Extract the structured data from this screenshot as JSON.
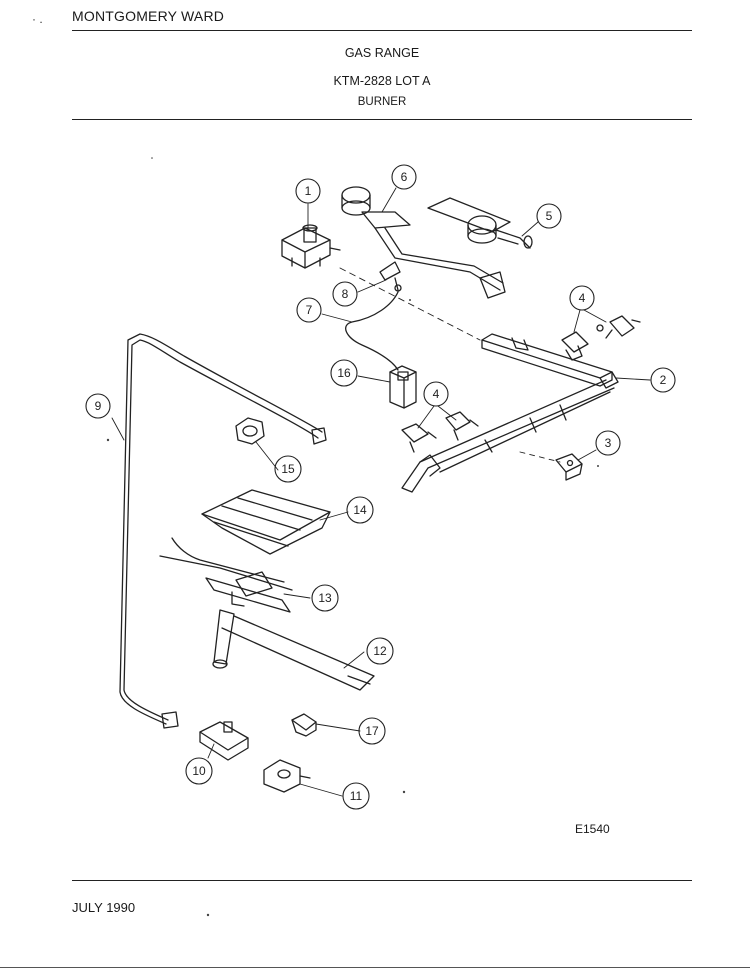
{
  "header": {
    "brand": "MONTGOMERY WARD",
    "title": "GAS RANGE",
    "model": "KTM-2828 LOT A",
    "section": "BURNER"
  },
  "diagram": {
    "code": "E1540",
    "callouts": [
      "1",
      "6",
      "5",
      "8",
      "4",
      "7",
      "2",
      "16",
      "4",
      "9",
      "3",
      "15",
      "14",
      "13",
      "12",
      "17",
      "10",
      "11"
    ]
  },
  "footer": {
    "date": "JULY 1990"
  }
}
